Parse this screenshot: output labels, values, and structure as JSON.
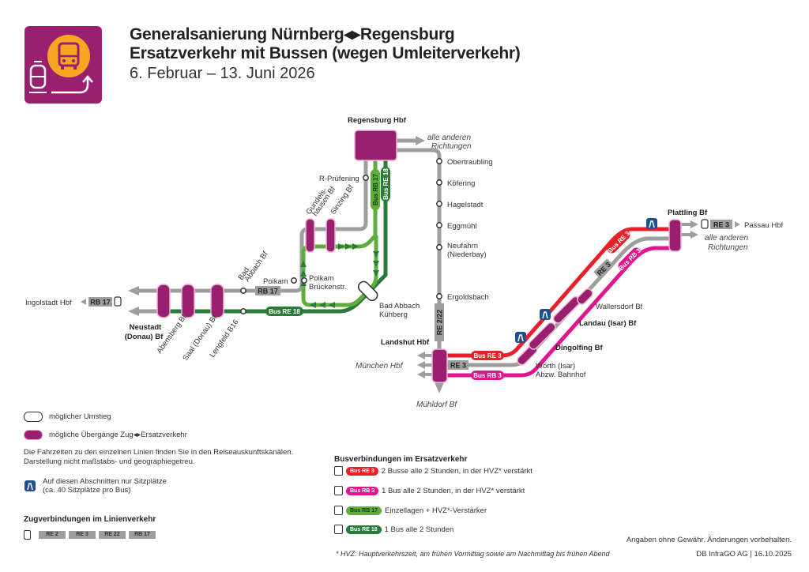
{
  "header": {
    "title_line1": "Generalsanierung Nürnberg◂▸Regensburg",
    "title_line2": "Ersatzverkehr mit Bussen (wegen Umleiterverkehr)",
    "date_range": "6. Februar – 13. Juni 2026",
    "logo_icon": "bus-replacement-icon"
  },
  "colors": {
    "purple": "#9a1f6e",
    "orange": "#f5a623",
    "grey_line": "#9e9e9e",
    "red_bus_re3": "#e8202a",
    "magenta_bus_rb3": "#e0168c",
    "lightgreen_bus_rb17": "#5fae3d",
    "darkgreen_bus_re18": "#2a7a3a",
    "motorway_blue": "#1f4f8f"
  },
  "map": {
    "stations": {
      "regensburg": "Regensburg Hbf",
      "alle_anderen_1": "alle anderen",
      "richtungen_1": "Richtungen",
      "obertraubling": "Obertraubling",
      "koefering": "Köfering",
      "hagelstadt": "Hagelstadt",
      "eggmuehl": "Eggmühl",
      "neufahrn_1": "Neufahrn",
      "neufahrn_2": "(Niederbay)",
      "ergoldsbach": "Ergoldsbach",
      "r_pruefening": "R-Prüfening",
      "gundelshausen_1": "Gundels-",
      "gundelshausen_2": "hausen Bf",
      "sinzing": "Sinzing Bf",
      "bad_abbach_1": "Bad",
      "bad_abbach_2": "Abbach Bf",
      "poikam": "Poikam",
      "poikam_br_1": "Poikam",
      "poikam_br_2": "Brückenstr.",
      "kuehberg_1": "Bad Abbach",
      "kuehberg_2": "Kühberg",
      "ingolstadt": "Ingolstadt Hbf",
      "neustadt_1": "Neustadt",
      "neustadt_2": "(Donau) Bf",
      "abensberg": "Abensberg Bf",
      "saal": "Saal (Donau) Bf",
      "lengfeld": "Lengfeld B16",
      "landshut": "Landshut Hbf",
      "muenchen": "München Hbf",
      "muehldorf": "Mühldorf Bf",
      "woerth_1": "Wörth (Isar)",
      "woerth_2": "Abzw. Bahnhof",
      "dingolfing": "Dingolfing Bf",
      "landau": "Landau (Isar) Bf",
      "wallersdorf": "Wallersdorf Bf",
      "plattling": "Plattling Bf",
      "passau": "Passau Hbf",
      "alle_anderen_2": "alle anderen",
      "richtungen_2": "Richtungen"
    },
    "line_tags": {
      "rb17": "RB 17",
      "rb17_left": "RB 17",
      "bus_re18": "Bus RE 18",
      "bus_rb17_vertical": "Bus RB 17",
      "bus_re18_vertical": "Bus RE 18",
      "re2_22": "RE 2/22",
      "bus_re3": "Bus RE 3",
      "re3": "RE 3",
      "bus_rb3": "Bus RB 3",
      "bus_re3_diag": "Bus RE 3",
      "re3_diag": "RE 3",
      "bus_rb3_diag": "Bus RB 3",
      "re3_plattling": "RE 3"
    }
  },
  "legend": {
    "transfer": "möglicher Umstieg",
    "train_bus_transfer": "mögliche Übergänge Zug◂▸Ersatzverkehr",
    "note_line1": "Die Fahrzeiten zu den einzelnen Linien finden Sie in den Reiseauskunftskanälen.",
    "note_line2": "Darstellung nicht maßstabs- und geographiegetreu.",
    "motorway_line1": "Auf diesen Abschnitten nur Sitzplätze",
    "motorway_line2": "(ca. 40 Sitzplätze pro Bus)",
    "train_heading": "Zugverbindungen im Linienverkehr",
    "train_lines": [
      "RE 2",
      "RE 3",
      "RE 22",
      "RB 17"
    ],
    "bus_heading": "Busverbindungen im Ersatzverkehr",
    "bus_lines": [
      {
        "tag": "Bus RE 3",
        "color": "#e8202a",
        "text": "2 Busse alle 2 Stunden, in der HVZ* verstärkt"
      },
      {
        "tag": "Bus RB 3",
        "color": "#e0168c",
        "text": "1 Bus alle 2 Stunden, in der HVZ* verstärkt"
      },
      {
        "tag": "Bus RB 17",
        "color": "#5fae3d",
        "text": "Einzellagen + HVZ*-Verstärker"
      },
      {
        "tag": "Bus RE 18",
        "color": "#2a7a3a",
        "text": "1 Bus alle 2 Stunden"
      }
    ],
    "footnote": "* HVZ: Hauptverkehrszeit, am frühen Vormittag sowie am Nachmittag bis frühen Abend"
  },
  "footer": {
    "disclaimer": "Angaben ohne Gewähr. Änderungen vorbehalten.",
    "publisher_date": "DB InfraGO AG | 16.10.2025"
  }
}
